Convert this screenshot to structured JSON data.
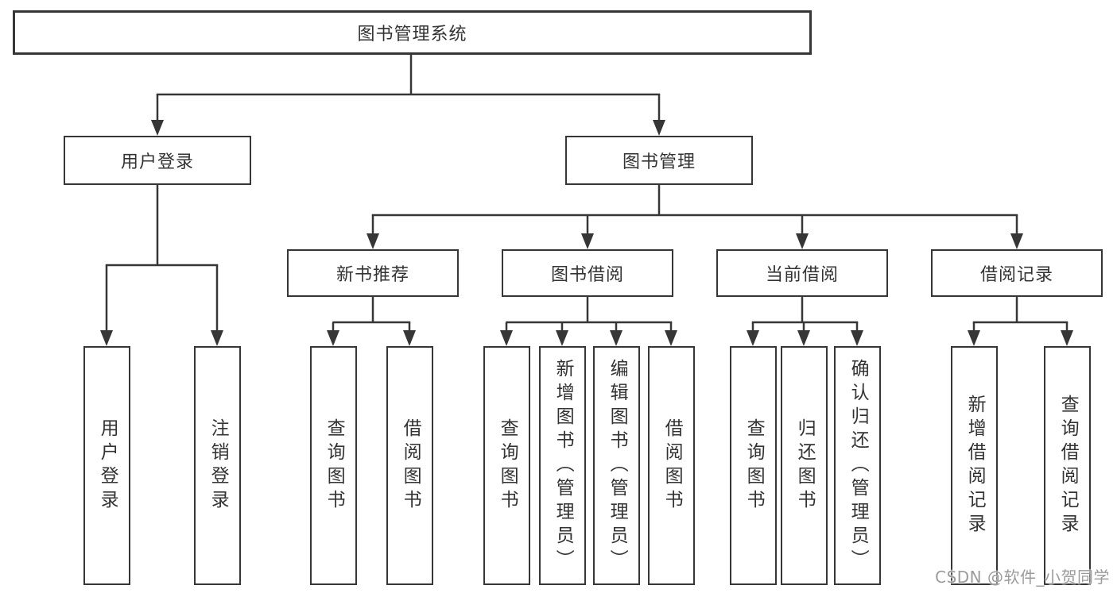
{
  "diagram": {
    "root": {
      "label": "图书管理系统"
    },
    "level2": [
      {
        "label": "用户登录"
      },
      {
        "label": "图书管理"
      }
    ],
    "level3": [
      {
        "label": "新书推荐"
      },
      {
        "label": "图书借阅"
      },
      {
        "label": "当前借阅"
      },
      {
        "label": "借阅记录"
      }
    ],
    "leaves": {
      "user_login": [
        "用户登录",
        "注销登录"
      ],
      "new_book_recommend": [
        "查询图书",
        "借阅图书"
      ],
      "book_borrow": [
        "查询图书",
        "新增图书（管理员）",
        "编辑图书（管理员）",
        "借阅图书"
      ],
      "current_borrow": [
        "查询图书",
        "归还图书",
        "确认归还（管理员）"
      ],
      "borrow_records": [
        "新增借阅记录",
        "查询借阅记录"
      ]
    }
  },
  "watermark": {
    "text": "CSDN @软件_小贺同学"
  },
  "colors": {
    "line": "#363636",
    "box_border": "#363636",
    "text": "#333333",
    "background": "#ffffff",
    "watermark": "#9b9b9b"
  }
}
